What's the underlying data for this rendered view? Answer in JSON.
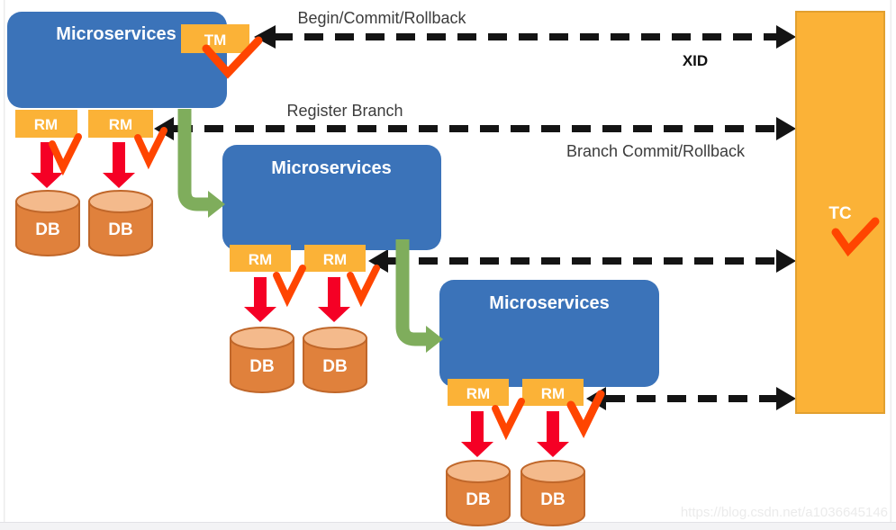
{
  "diagram": {
    "services": [
      {
        "name": "Microservices",
        "tm": "TM",
        "rms": [
          "RM",
          "RM"
        ],
        "dbs": [
          "DB",
          "DB"
        ]
      },
      {
        "name": "Microservices",
        "rms": [
          "RM",
          "RM"
        ],
        "dbs": [
          "DB",
          "DB"
        ]
      },
      {
        "name": "Microservices",
        "rms": [
          "RM",
          "RM"
        ],
        "dbs": [
          "DB",
          "DB"
        ]
      }
    ],
    "coordinator": {
      "name": "TC"
    },
    "messages": {
      "begin": "Begin/Commit/Rollback",
      "xid": "XID",
      "register": "Register Branch",
      "branch": "Branch Commit/Rollback"
    },
    "watermark": "https://blog.csdn.net/a1036645146"
  },
  "colors": {
    "service_blue": "#3B73B9",
    "badge_orange": "#FBB237",
    "tc_orange": "#FBB237",
    "db_orange": "#E0813C",
    "db_top": "#F4BA8C",
    "db_stroke": "#C0672A",
    "arrow_red": "#F50025",
    "arrow_green": "#7FAD5C",
    "check_red": "#FF4500",
    "line_black": "#141414",
    "label_gray": "#3C3C3C"
  }
}
